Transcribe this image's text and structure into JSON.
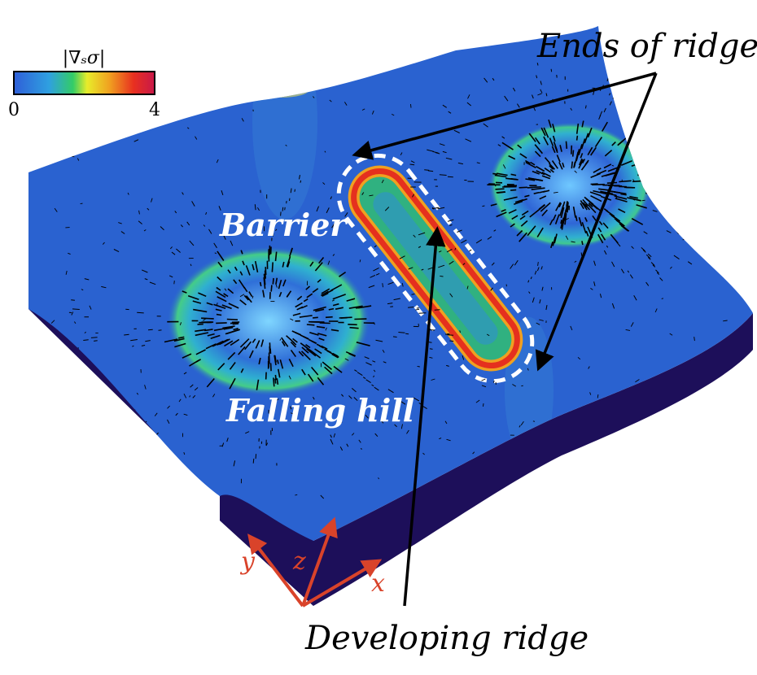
{
  "colorbar": {
    "title": "|∇ₛσ|",
    "min_label": "0",
    "max_label": "4",
    "colors": [
      "#2f5fd8",
      "#2fa0e0",
      "#33cc66",
      "#e8ec2a",
      "#f0a020",
      "#e83020",
      "#c8184a"
    ]
  },
  "labels": {
    "ends_of_ridge": "Ends of ridge",
    "barrier": "Barrier",
    "falling_hill": "Falling hill",
    "developing_ridge": "Developing ridge"
  },
  "axes": {
    "x": "x",
    "y": "y",
    "z": "z",
    "color": "#d9432a"
  },
  "colors": {
    "surface": "#2a62d0",
    "slab_side": "#1d0f5a",
    "ridge_hot": "#e5301e",
    "ridge_warm": "#f2a020",
    "outline": "#ffffff",
    "arrow": "#000000"
  }
}
